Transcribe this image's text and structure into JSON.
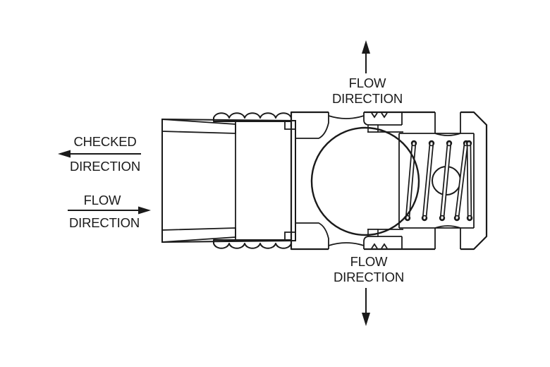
{
  "diagram": {
    "labels": {
      "checked_direction": {
        "line1": "CHECKED",
        "line2": "DIRECTION"
      },
      "flow_direction_left": {
        "line1": "FLOW",
        "line2": "DIRECTION"
      },
      "flow_direction_top": {
        "line1": "FLOW",
        "line2": "DIRECTION"
      },
      "flow_direction_bottom": {
        "line1": "FLOW",
        "line2": "DIRECTION"
      }
    },
    "colors": {
      "background": "#FFFFFF",
      "body_yellow": "#F5F1A1",
      "collet_blue": "#3B4EA9",
      "ball_highlight": "#F7F7F7",
      "ball_mid": "#C9C9C9",
      "ball_shadow": "#8A8A8A",
      "line_black": "#1A1A1A",
      "cavity_white": "#FFFFFF"
    }
  }
}
